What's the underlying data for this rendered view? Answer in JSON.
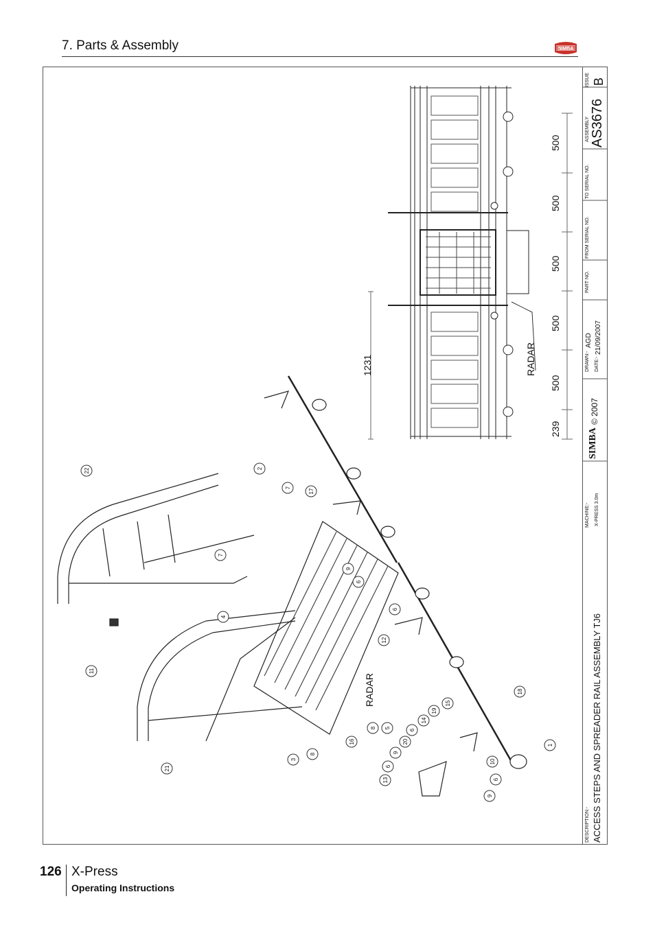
{
  "header": {
    "section_title": "7. Parts & Assembly",
    "logo_text": "SIMBA"
  },
  "title_block": {
    "description_label": "DESCRIPTION:-",
    "description": "ACCESS STEPS AND SPREADER RAIL ASSEMBLY TJ6",
    "machine_label": "MACHINE:-",
    "machine": "X-PRESS 3.0m",
    "brand": "SIMBA",
    "copyright": "© 2007",
    "drawn_label": "DRAWN:-",
    "drawn_by": "AGD",
    "date_label": "DATE:-",
    "date": "21/09/2007",
    "part_no_label": "PART NO.",
    "from_serial_label": "FROM SERIAL NO.",
    "to_serial_label": "TO SERIAL NO.",
    "assembly_label": "ASSEMBLY",
    "assembly_no": "AS3676",
    "issue_label": "ISSUE",
    "issue": "B"
  },
  "plan_view": {
    "dims": [
      "239",
      "500",
      "500",
      "500",
      "500",
      "500"
    ],
    "overall_dim": "1231",
    "radar_label": "RADAR"
  },
  "exploded_view": {
    "radar_label": "RADAR",
    "balloons": [
      "22",
      "2",
      "7",
      "17",
      "7",
      "9",
      "6",
      "4",
      "6",
      "11",
      "12",
      "18",
      "16",
      "8",
      "5",
      "3",
      "8",
      "15",
      "19",
      "14",
      "6",
      "20",
      "9",
      "6",
      "1",
      "10",
      "13",
      "21",
      "6",
      "9"
    ]
  },
  "footer": {
    "page_number": "126",
    "product": "X-Press",
    "subtitle": "Operating Instructions"
  }
}
